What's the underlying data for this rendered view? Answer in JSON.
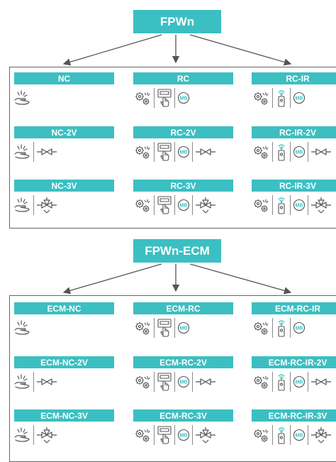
{
  "colors": {
    "accent": "#3cbfc2",
    "line": "#555555"
  },
  "sections": [
    {
      "title": "FPWn",
      "models": [
        {
          "label": "NC",
          "icons": [
            "sensor-hand-icon"
          ]
        },
        {
          "label": "RC",
          "icons": [
            "gears-icon",
            "wall-panel-icon",
            "mb-icon"
          ]
        },
        {
          "label": "RC-IR",
          "icons": [
            "gears-icon",
            "ir-remote-icon",
            "mb-icon"
          ]
        },
        {
          "label": "NC-2V",
          "icons": [
            "sensor-hand-icon",
            "two-way-valve-icon"
          ]
        },
        {
          "label": "RC-2V",
          "icons": [
            "gears-icon",
            "wall-panel-icon",
            "mb-icon",
            "two-way-valve-icon"
          ]
        },
        {
          "label": "RC-IR-2V",
          "icons": [
            "gears-icon",
            "ir-remote-icon",
            "mb-icon",
            "two-way-valve-icon"
          ]
        },
        {
          "label": "NC-3V",
          "icons": [
            "sensor-hand-icon",
            "three-way-valve-icon"
          ]
        },
        {
          "label": "RC-3V",
          "icons": [
            "gears-icon",
            "wall-panel-icon",
            "mb-icon",
            "three-way-valve-icon"
          ]
        },
        {
          "label": "RC-IR-3V",
          "icons": [
            "gears-icon",
            "ir-remote-icon",
            "mb-icon",
            "three-way-valve-icon"
          ]
        }
      ]
    },
    {
      "title": "FPWn-ECM",
      "models": [
        {
          "label": "ECM-NC",
          "icons": [
            "sensor-hand-icon"
          ]
        },
        {
          "label": "ECM-RC",
          "icons": [
            "gears-icon",
            "wall-panel-icon",
            "mb-icon"
          ]
        },
        {
          "label": "ECM-RC-IR",
          "icons": [
            "gears-icon",
            "ir-remote-icon",
            "mb-icon"
          ]
        },
        {
          "label": "ECM-NC-2V",
          "icons": [
            "sensor-hand-icon",
            "two-way-valve-icon"
          ]
        },
        {
          "label": "ECM-RC-2V",
          "icons": [
            "gears-icon",
            "wall-panel-icon",
            "mb-icon",
            "two-way-valve-icon"
          ]
        },
        {
          "label": "ECM-RC-IR-2V",
          "icons": [
            "gears-icon",
            "ir-remote-icon",
            "mb-icon",
            "two-way-valve-icon"
          ]
        },
        {
          "label": "ECM-NC-3V",
          "icons": [
            "sensor-hand-icon",
            "three-way-valve-icon"
          ]
        },
        {
          "label": "ECM-RC-3V",
          "icons": [
            "gears-icon",
            "wall-panel-icon",
            "mb-icon",
            "three-way-valve-icon"
          ]
        },
        {
          "label": "ECM-RC-IR-3V",
          "icons": [
            "gears-icon",
            "ir-remote-icon",
            "mb-icon",
            "three-way-valve-icon"
          ]
        }
      ]
    }
  ],
  "mb_text": "MB"
}
